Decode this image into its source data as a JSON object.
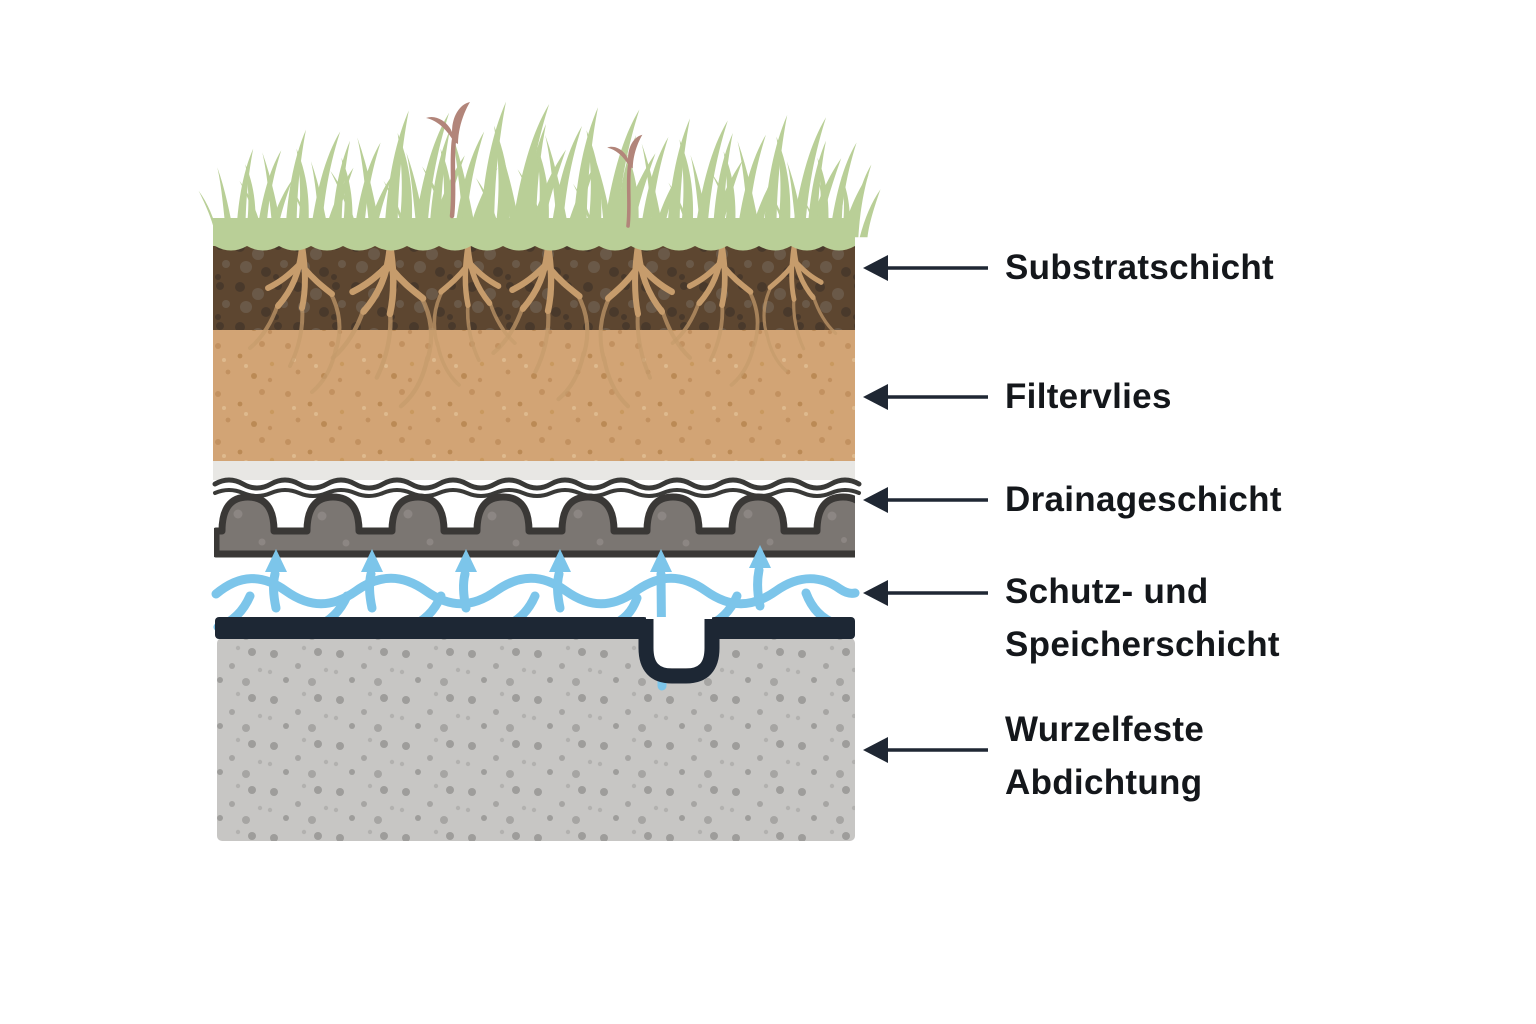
{
  "labels": [
    {
      "id": "substratschicht",
      "lines": [
        "Substratschicht"
      ]
    },
    {
      "id": "filtervlies",
      "lines": [
        "Filtervlies"
      ]
    },
    {
      "id": "drainageschicht",
      "lines": [
        "Drainageschicht"
      ]
    },
    {
      "id": "schutz-und-speicherschicht",
      "lines": [
        "Schutz- und",
        "Speicherschicht"
      ]
    },
    {
      "id": "wurzelfeste-abdichtung",
      "lines": [
        "Wurzelfeste",
        "Abdichtung"
      ]
    }
  ],
  "colors": {
    "grass": "#b9cf97",
    "flower": "#b2857a",
    "substrate": "#5d4630",
    "substrate_dots_dark": "#49392b",
    "substrate_dots_light": "#6a5948",
    "roots": "#c69c6c",
    "filter_fleece": "#d2a475",
    "filter_dots": "#c29160",
    "separator": "#e8e7e4",
    "liner_wave": "#3a3a38",
    "drainage": "#7b7672",
    "drainage_outline": "#3a3836",
    "drainage_dots": "#8e8885",
    "water": "#7cc5ea",
    "membrane": "#1d2734",
    "deck": "#c7c6c4",
    "deck_dots": "#9e9d9b",
    "arrow": "#1f2733",
    "label_text": "#14171b"
  }
}
